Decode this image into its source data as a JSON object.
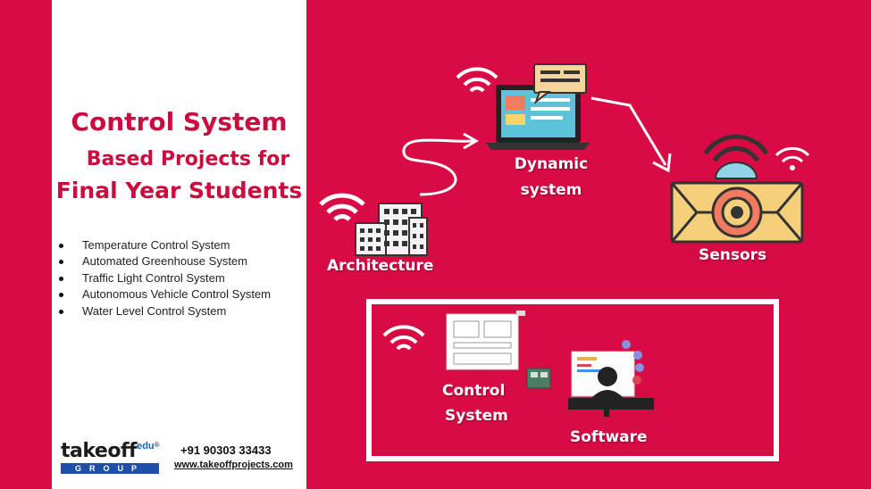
{
  "title": {
    "line1": "Control System",
    "line2": "Based Projects for",
    "line3": "Final Year Students"
  },
  "projects": [
    "Temperature Control System",
    "Automated Greenhouse System",
    "Traffic Light Control System",
    "Autonomous Vehicle Control System",
    "Water Level Control System"
  ],
  "brand": {
    "name": "takeoff",
    "suffix": "edu",
    "registered": "®",
    "group": "GROUP",
    "phone": "+91 90303 33433",
    "website": "www.takeoffprojects.com"
  },
  "diagram": {
    "architecture": "Architecture",
    "dynamic_line1": "Dynamic",
    "dynamic_line2": "system",
    "sensors": "Sensors",
    "control_line1": "Control",
    "control_line2": "System",
    "software": "Software"
  },
  "colors": {
    "background": "#d80b45",
    "title": "#cc0b3f",
    "brand_blue": "#1f4fa8"
  }
}
